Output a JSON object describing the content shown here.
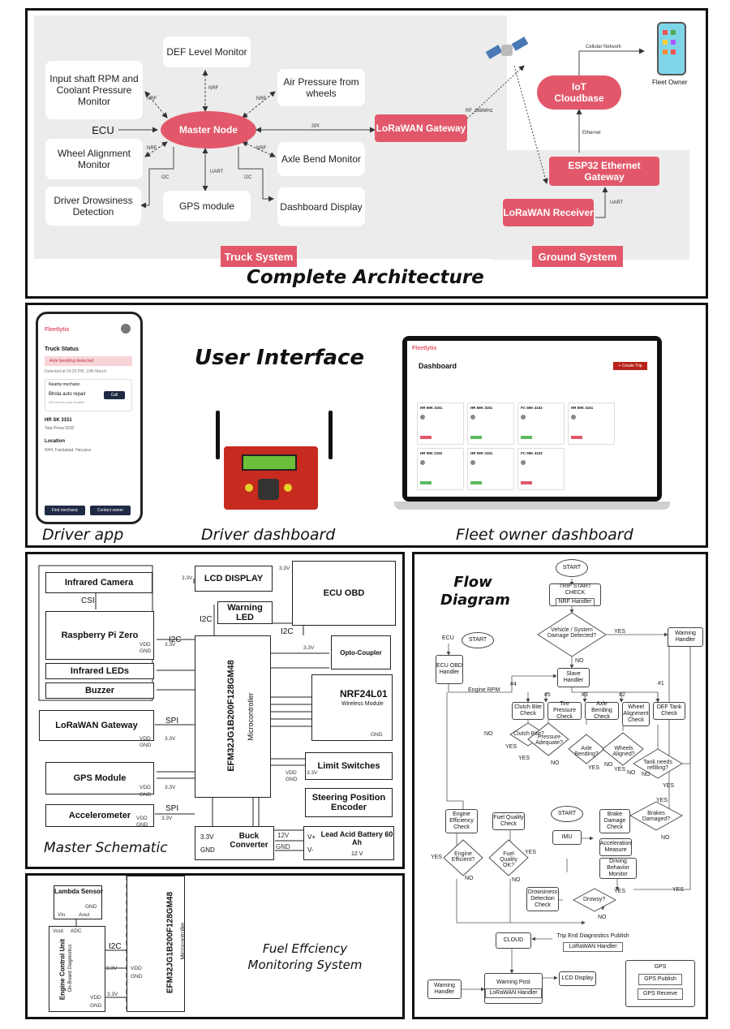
{
  "architecture": {
    "title": "Complete Architecture",
    "master_node": "Master Node",
    "nodes": {
      "def_level": "DEF Level Monitor",
      "input_shaft": "Input shaft RPM and Coolant Pressure Monitor",
      "air_pressure": "Air Pressure from wheels",
      "ecu": "ECU",
      "wheel_alignment": "Wheel Alignment Monitor",
      "axle_bend": "Axle Bend Monitor",
      "driver_drowsiness": "Driver Drowsiness Detection",
      "gps": "GPS module",
      "dashboard_display": "Dashboard Display",
      "lora_gateway": "LoRaWAN Gateway",
      "iot_cloud": "IoT Cloudbase",
      "esp32": "ESP32 Ethernet Gateway",
      "lora_receiver": "LoRaWAN Receiver",
      "fleet_owner": "Fleet Owner"
    },
    "link_labels": {
      "nrf": "NRF",
      "uart": "UART",
      "i2c": "I2C",
      "spi": "SPI",
      "rf": "RF_868MHz",
      "cellular": "Cellular Network",
      "ethernet": "Ethernet"
    },
    "truck_system": "Truck System",
    "ground_system": "Ground System",
    "colors": {
      "accent": "#e2586a",
      "panel_bg": "#ececec"
    }
  },
  "ui": {
    "title": "User Interface",
    "captions": {
      "driver_app": "Driver app",
      "driver_dashboard": "Driver dashboard",
      "fleet_dashboard": "Fleet owner dashboard"
    },
    "phone": {
      "brand": "Fleetlytix",
      "section": "Truck Status",
      "alert": "Axle bending detected",
      "detected": "Detected at 03:30 PM, 10th March",
      "nearby": "Nearby mechanic",
      "mechanic": "Bhola auto repair",
      "mechanic_sub": "900 m from your location",
      "call": "Call",
      "truck_id": "HR SK 3151",
      "truck_model": "Tata Prima 5530",
      "loc_label": "Location",
      "loc_value": "NH4, Faridabad, Haryana",
      "btn_find": "Find mechanic",
      "btn_contact": "Contact owner"
    },
    "laptop": {
      "title": "Dashboard",
      "button": "+ Create Trip",
      "trucks": [
        "HR 59K 3151",
        "HR 59K 3151",
        "FC 59K 4102",
        "HR 59K 3151",
        "HR 59K 2152",
        "HR 59K 3151",
        "FC 59K 4102"
      ]
    }
  },
  "schematic": {
    "caption": "Master Schematic",
    "mcu": "EFM32JG1B200F128GM48",
    "mcu_sub": "Microcontroller",
    "blocks": {
      "ir_camera": "Infrared Camera",
      "csi": "CSI",
      "rpi": "Raspberry Pi Zero",
      "ir_leds": "Infrared LEDs",
      "buzzer": "Buzzer",
      "lora": "LoRaWAN Gateway",
      "gps": "GPS Module",
      "accel": "Accelerometer",
      "lcd": "LCD DISPLAY",
      "warning_led": "Warning LED",
      "ecu_obd": "ECU OBD",
      "opto": "Opto-Coupler",
      "nrf": "NRF24L01",
      "nrf_sub": "Wireless Module",
      "limit": "Limit Switches",
      "steering": "Steering Position Encoder",
      "buck": "Buck Converter",
      "battery": "Lead Acid Battery 60 Ah",
      "battery_v": "12 V"
    },
    "labels": {
      "i2c": "I2C",
      "spi": "SPI",
      "v33": "3.3V",
      "vdd": "VDD",
      "gnd": "GND",
      "v12": "12V",
      "vplus": "V+",
      "vminus": "V-"
    }
  },
  "fuel": {
    "title": "Fuel Effciency Monitoring System",
    "lambda": "Lambda Sensor",
    "ecu": "Engine Control Unit",
    "ecu_sub": "On-Board Diagnostics",
    "mcu": "EFM32JG1B200F128GM48",
    "mcu_sub": "Microcontroller",
    "i2c": "I2C",
    "pins": {
      "gnd": "GND",
      "vin": "Vin",
      "aout": "Aout",
      "vout": "Vout",
      "adc": "ADC",
      "vdd": "VDD",
      "v33": "3.3V"
    }
  },
  "flow": {
    "title": "Flow Diagram",
    "nodes": {
      "start": "START",
      "trip_start": "TRIP START CHECK",
      "nrf_handler": "NRF Handler",
      "damage_q": "Vehicle / System Damage Detected?",
      "warning_handler": "Warning Handler",
      "ecu": "ECU",
      "ecu_obd": "ECU OBD Handler",
      "slave": "Slave Handler",
      "engine_rpm": "Engine RPM",
      "clutch": "Clutch Bite Check",
      "tire": "Tire Pressure Check",
      "axle": "Axle Bending Check",
      "wheel": "Wheel Alignment Check",
      "def": "DEF Tank Check",
      "clutch_q": "Clutch Bite?",
      "pressure_q": "Pressure Adequate?",
      "axle_q": "Axle Bending?",
      "wheel_q": "Wheels Aligned?",
      "tank_q": "Tank needs refilling?",
      "engine_eff": "Engine Efficiency Check",
      "fuel_check": "Fuel Quality Check",
      "engine_q": "Engine Efficient?",
      "fuel_q": "Fuel Quality OK?",
      "imu": "IMU",
      "brake": "Brake Damage Check",
      "brakes_q": "Brakes Damaged?",
      "accel": "Acceleration Measure",
      "driving": "Driving Behavior Monitor",
      "drowsiness": "Drowsiness Detection Check",
      "drowsy_q": "Drowsy?",
      "trip_end": "Trip End Diagnostics Publish",
      "lora_handler": "LoRaWAN Handler",
      "cloud": "CLOUD",
      "warning_post": "Warning Post",
      "lcd": "LCD Display",
      "gps": "GPS",
      "gps_publish": "GPS Publish",
      "gps_receive": "GPS Receive"
    },
    "yes": "YES",
    "no": "NO",
    "tags": [
      "#4",
      "#5",
      "#3",
      "#2",
      "#1"
    ]
  }
}
